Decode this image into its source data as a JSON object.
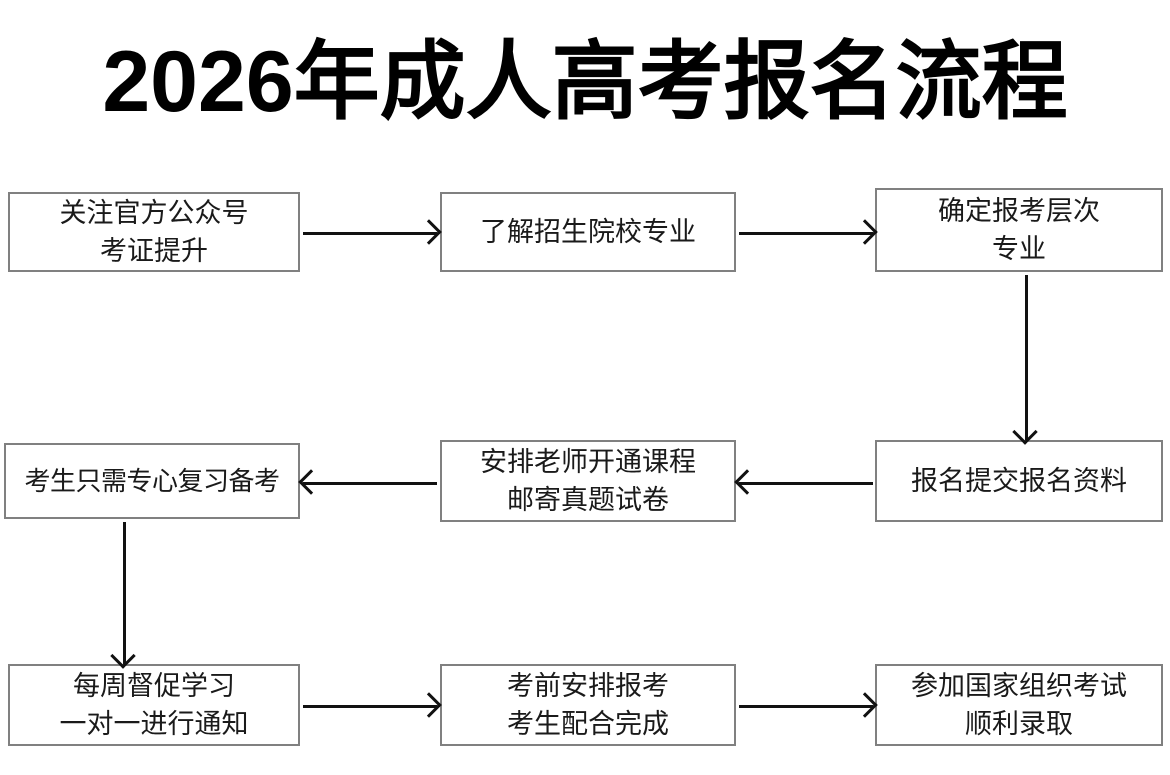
{
  "page": {
    "title": "2026年成人高考报名流程",
    "background_color": "#ffffff",
    "box_border_color": "#808080",
    "arrow_color": "#111111",
    "text_color": "#1a1a1a"
  },
  "flow": {
    "nodes": [
      {
        "id": "follow-official-account",
        "lines": [
          "关注官方公众号",
          "考证提升"
        ]
      },
      {
        "id": "learn-schools-majors",
        "lines": [
          "了解招生院校专业"
        ]
      },
      {
        "id": "confirm-level-major",
        "lines": [
          "确定报考层次",
          "专业"
        ]
      },
      {
        "id": "focus-on-review",
        "lines": [
          "考生只需专心复习备考"
        ]
      },
      {
        "id": "teacher-course-papers",
        "lines": [
          "安排老师开通课程",
          "邮寄真题试卷"
        ]
      },
      {
        "id": "submit-application",
        "lines": [
          "报名提交报名资料"
        ]
      },
      {
        "id": "weekly-supervision",
        "lines": [
          "每周督促学习",
          "一对一进行通知"
        ]
      },
      {
        "id": "pre-exam-arrangement",
        "lines": [
          "考前安排报考",
          "考生配合完成"
        ]
      },
      {
        "id": "national-exam-admission",
        "lines": [
          "参加国家组织考试",
          "顺利录取"
        ]
      }
    ],
    "connectors": [
      {
        "id": "c1",
        "from": "follow-official-account",
        "to": "learn-schools-majors",
        "direction": "right"
      },
      {
        "id": "c2",
        "from": "learn-schools-majors",
        "to": "confirm-level-major",
        "direction": "right"
      },
      {
        "id": "c3",
        "from": "confirm-level-major",
        "to": "submit-application",
        "direction": "down"
      },
      {
        "id": "c4",
        "from": "submit-application",
        "to": "teacher-course-papers",
        "direction": "left"
      },
      {
        "id": "c5",
        "from": "teacher-course-papers",
        "to": "focus-on-review",
        "direction": "left"
      },
      {
        "id": "c6",
        "from": "focus-on-review",
        "to": "weekly-supervision",
        "direction": "down"
      },
      {
        "id": "c7",
        "from": "weekly-supervision",
        "to": "pre-exam-arrangement",
        "direction": "right"
      },
      {
        "id": "c8",
        "from": "pre-exam-arrangement",
        "to": "national-exam-admission",
        "direction": "right"
      }
    ]
  }
}
